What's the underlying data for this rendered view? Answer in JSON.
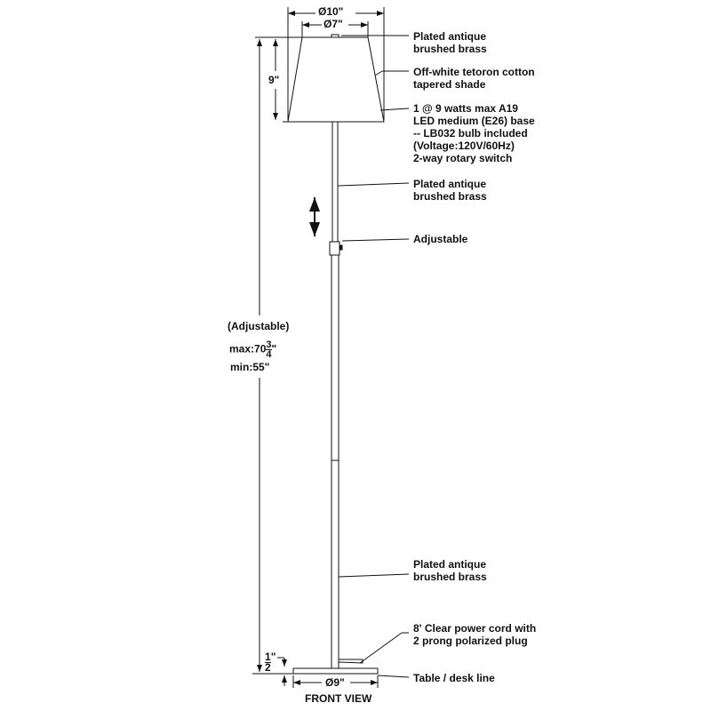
{
  "dimensions": {
    "shade_top_width": "Ø10\"",
    "shade_inner_width": "Ø7\"",
    "shade_height": "9\"",
    "height_label": "(Adjustable)",
    "height_max_prefix": "max:70",
    "height_max_num": "3",
    "height_max_den": "4",
    "height_max_unit": "\"",
    "height_min": "min:55\"",
    "base_thickness_num": "1",
    "base_thickness_den": "2",
    "base_thickness_unit": "\"",
    "base_width": "Ø9\""
  },
  "callouts": [
    {
      "text": "Plated antique\nbrushed brass"
    },
    {
      "text": "Off-white tetoron cotton\ntapered shade"
    },
    {
      "text": "1 @ 9 watts max A19\nLED medium (E26) base\n-- LB032 bulb included\n(Voltage:120V/60Hz)\n2-way rotary switch"
    },
    {
      "text": "Plated antique\nbrushed brass"
    },
    {
      "text": "Adjustable"
    },
    {
      "text": "Plated antique\nbrushed brass"
    },
    {
      "text": "8' Clear power cord with\n2 prong polarized plug"
    },
    {
      "text": "Table / desk line"
    }
  ],
  "view_label": "FRONT VIEW"
}
